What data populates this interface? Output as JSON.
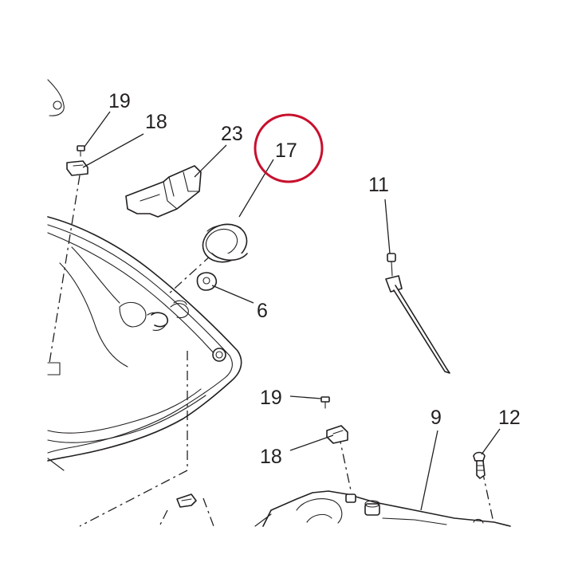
{
  "diagram": {
    "callouts": {
      "c19_top": "19",
      "c18_top": "18",
      "c23": "23",
      "c17": "17",
      "c11": "11",
      "c6": "6",
      "c19_mid": "19",
      "c9": "9",
      "c12": "12",
      "c18_bottom": "18"
    },
    "highlight": {
      "target": "17",
      "color": "#c8102e"
    },
    "line_color": "#231f20"
  }
}
